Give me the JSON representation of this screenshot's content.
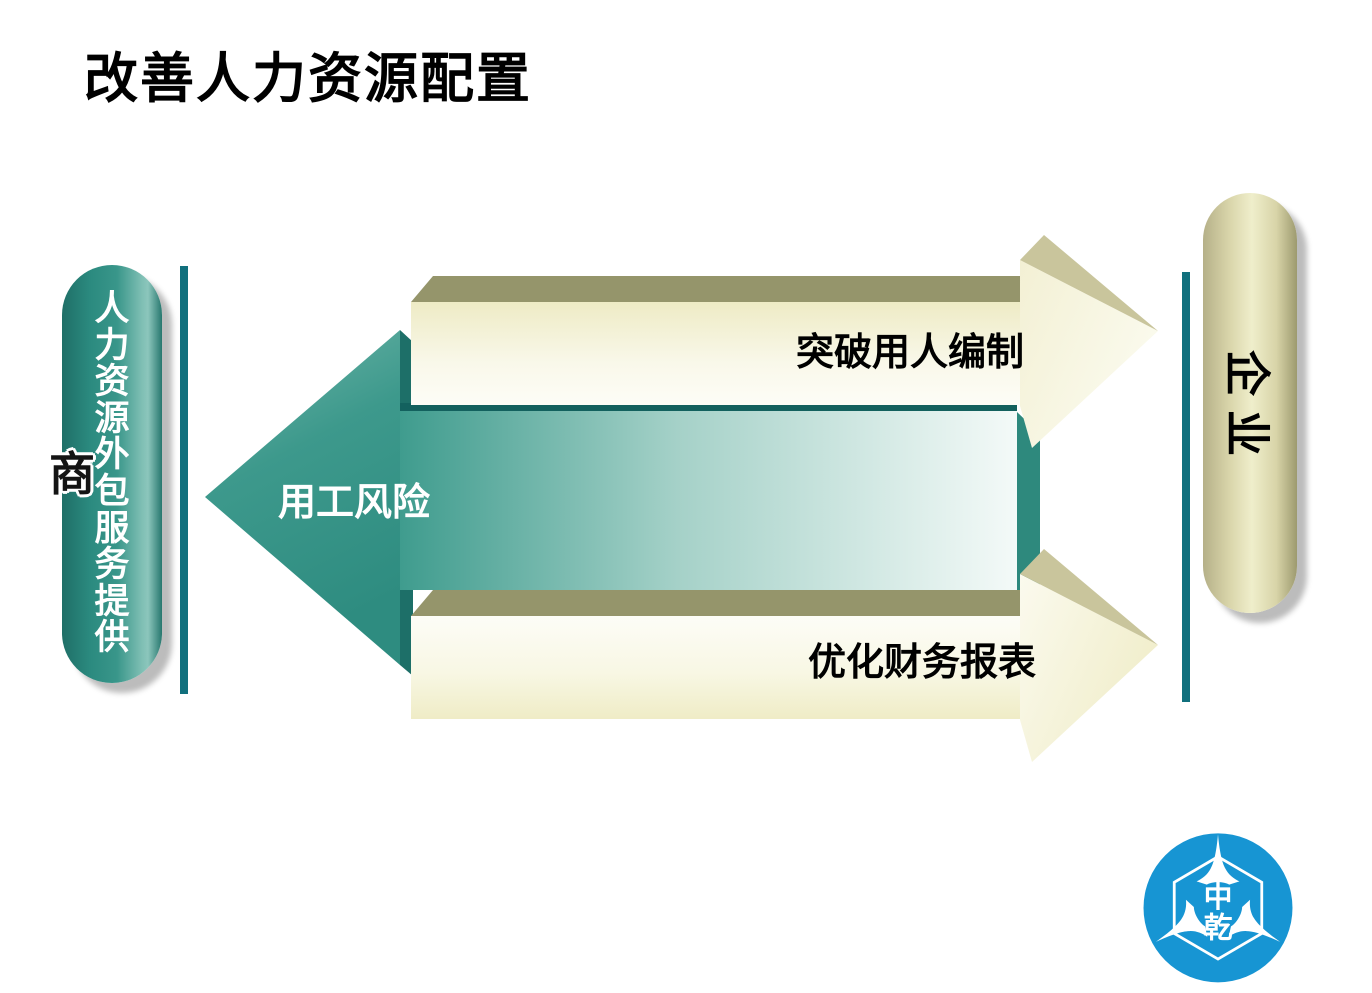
{
  "slide": {
    "title": "改善人力资源配置"
  },
  "left_capsule": {
    "label": "人力资源外包服务提供",
    "overflow_char": "商"
  },
  "right_capsule": {
    "label": "企业"
  },
  "arrows": {
    "top": {
      "label": "突破用人编制",
      "direction": "right"
    },
    "middle": {
      "label": "用工风险",
      "direction": "left"
    },
    "bottom": {
      "label": "优化财务报表",
      "direction": "right"
    }
  },
  "logo": {
    "char_top": "中",
    "char_bottom": "乾"
  },
  "colors": {
    "teal_capsule": "#2e9187",
    "teal_arrow_dark": "#13615e",
    "teal_side_face": "#2e897d",
    "divider_teal": "#11707d",
    "cream_arrow": "#f2efd0",
    "olive_bevel": "#95956b",
    "khaki_bevel": "#c9c59c",
    "cream_capsule": "#efeecb",
    "logo_blue": "#1795d3",
    "shadow_gray": "#bcbcbc",
    "text_black": "#000000",
    "text_white": "#ffffff"
  }
}
